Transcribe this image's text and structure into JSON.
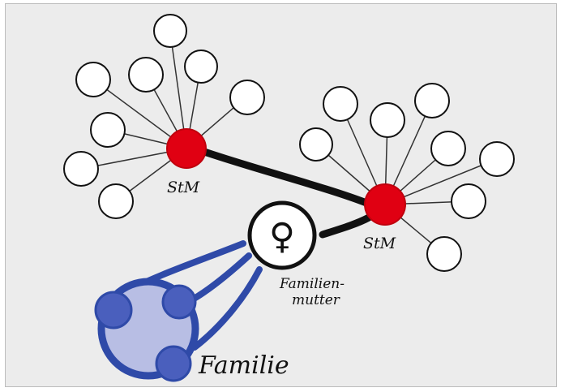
{
  "labels": {
    "stm_left": "StM",
    "stm_right": "StM",
    "mother_line1": "Familien-",
    "mother_line2": "mutter",
    "family": "Familie",
    "female_symbol": "♀"
  },
  "colors": {
    "background": "#ececec",
    "hub": "#e00012",
    "family": "#2f4aa8",
    "family_fill": "#b8bee4",
    "family_member": "#4a5fbd",
    "ink": "#111111"
  },
  "icons": {
    "female": "female-symbol-icon"
  }
}
